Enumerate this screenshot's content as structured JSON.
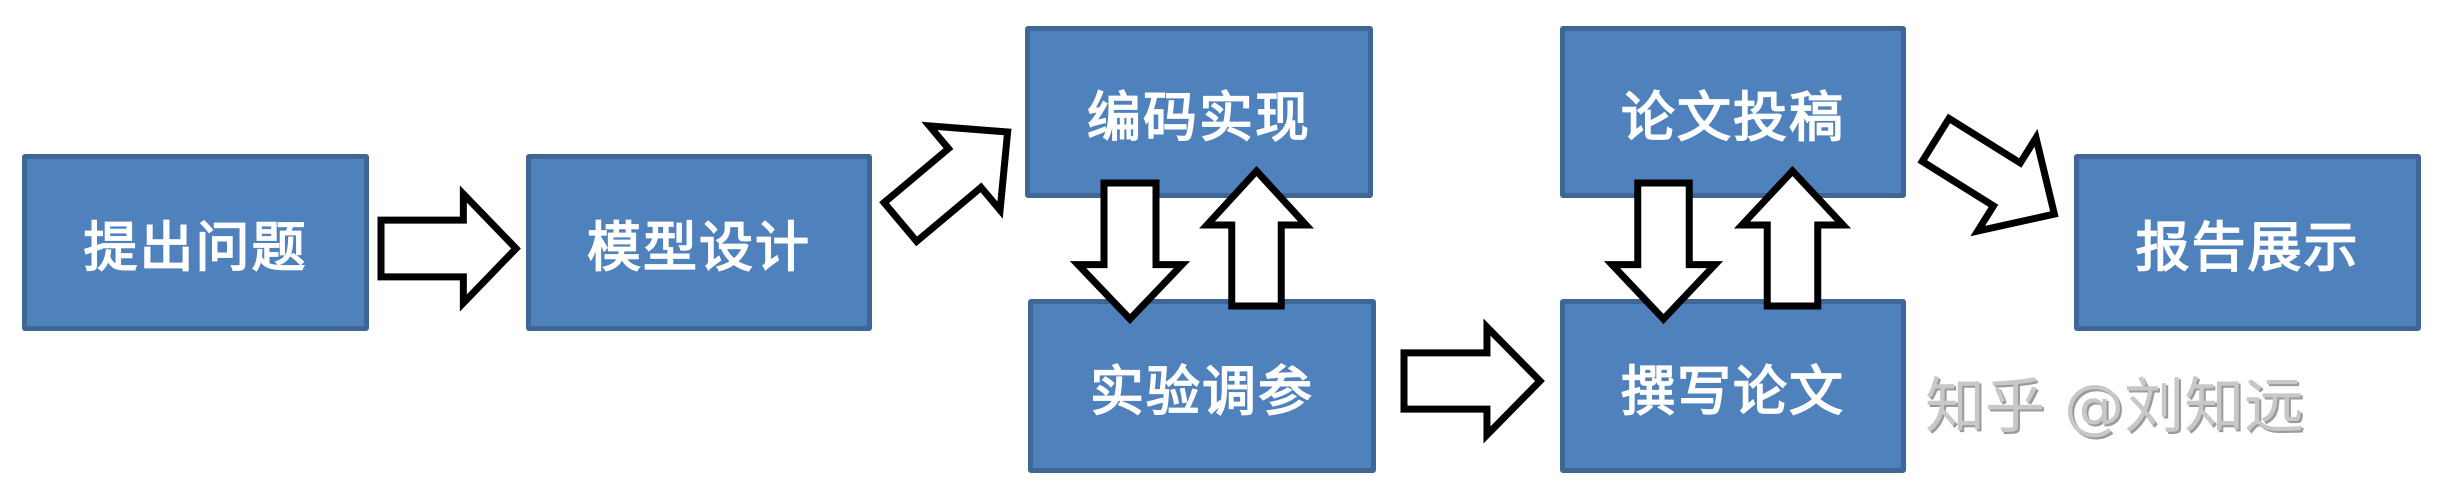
{
  "diagram": {
    "nodes": {
      "propose": "提出问题",
      "model": "模型设计",
      "code": "编码实现",
      "experiment": "实验调参",
      "submit": "论文投稿",
      "write": "撰写论文",
      "present": "报告展示"
    },
    "edges": [
      [
        "提出问题",
        "模型设计"
      ],
      [
        "模型设计",
        "编码实现"
      ],
      [
        "编码实现",
        "实验调参"
      ],
      [
        "实验调参",
        "编码实现"
      ],
      [
        "实验调参",
        "撰写论文"
      ],
      [
        "撰写论文",
        "论文投稿"
      ],
      [
        "论文投稿",
        "撰写论文"
      ],
      [
        "论文投稿",
        "报告展示"
      ]
    ],
    "watermark": "知乎 @刘知远"
  },
  "colors": {
    "box_fill": "#4F81BD",
    "box_border": "#3E6796",
    "text": "#FFFFFF"
  }
}
